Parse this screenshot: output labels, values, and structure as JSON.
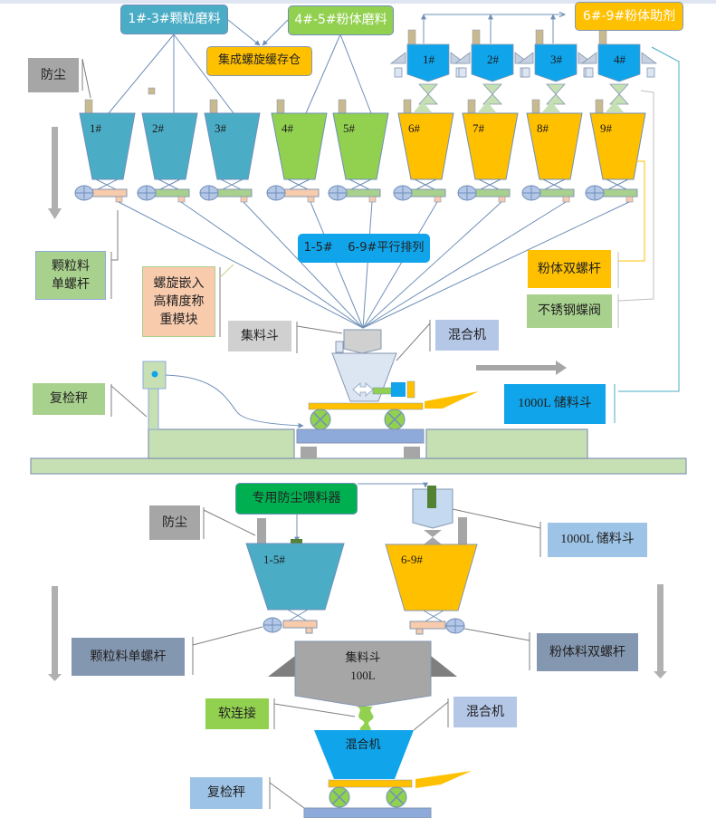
{
  "title_area": {
    "grain_mill_label": "1#-3#颗粒磨料",
    "powder_mill_label": "4#-5#粉体磨料",
    "buffer_bin_label": "集成螺旋缓存仓",
    "additive_label": "6#-9#粉体助剂"
  },
  "upper_section": {
    "dust_label": "防尘",
    "small_hoppers": [
      "1#",
      "2#",
      "3#",
      "4#"
    ],
    "main_hoppers": [
      {
        "id": "1#",
        "material": "grain"
      },
      {
        "id": "2#",
        "material": "grain"
      },
      {
        "id": "3#",
        "material": "grain"
      },
      {
        "id": "4#",
        "material": "powder"
      },
      {
        "id": "5#",
        "material": "powder"
      },
      {
        "id": "6#",
        "material": "additive"
      },
      {
        "id": "7#",
        "material": "additive"
      },
      {
        "id": "8#",
        "material": "additive"
      },
      {
        "id": "9#",
        "material": "additive"
      }
    ],
    "single_screw_label": "颗粒料\n单螺杆",
    "parallel_label": "1-5#    6-9#平行排列",
    "weighing_module_label": "螺旋嵌入\n高精度称\n重模块",
    "powder_twin_screw_label": "粉体双螺杆",
    "butterfly_valve_label": "不锈钢蝶阀",
    "collector_label": "集料斗",
    "mixer_label": "混合机",
    "recheck_scale_label": "复检秤",
    "storage_hopper_label": "1000L 储料斗"
  },
  "lower_section": {
    "dust_feeder_label": "专用防尘喂料器",
    "dust_label": "防尘",
    "storage_hopper_label": "1000L 储料斗",
    "hopper_grain_id": "1-5#",
    "hopper_powder_id": "6-9#",
    "grain_screw_label": "颗粒料单螺杆",
    "powder_screw_label": "粉体料双螺杆",
    "collector_title": "集料斗",
    "collector_volume": "100L",
    "soft_connection_label": "软连接",
    "mixer_label": "混合机",
    "mixer_body_label": "混合机",
    "recheck_scale_label": "复检秤"
  },
  "colors": {
    "grain": "#4bacc6",
    "powder": "#92d050",
    "additive": "#ffc000",
    "blue_hopper": "#10a4ea",
    "label_green": "#a9d18e",
    "label_grey": "#a6a6a6",
    "label_blue": "#b4c7e7",
    "label_steel": "#8497b0",
    "label_salmon": "#f8cbad",
    "deep_green": "#00b050"
  }
}
